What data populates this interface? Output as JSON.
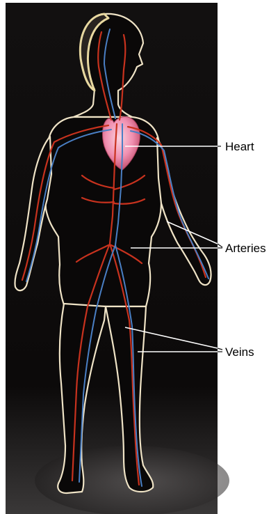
{
  "diagram": {
    "labels": {
      "heart": "Heart",
      "arteries": "Arteries",
      "veins": "Veins"
    },
    "colors": {
      "background": "#ffffff",
      "panel": "#0d0b0b",
      "artery": "#c8321e",
      "vein": "#4a7fc4",
      "heart": "#f2a3bd",
      "rim_light": "#f3e9cf"
    }
  }
}
